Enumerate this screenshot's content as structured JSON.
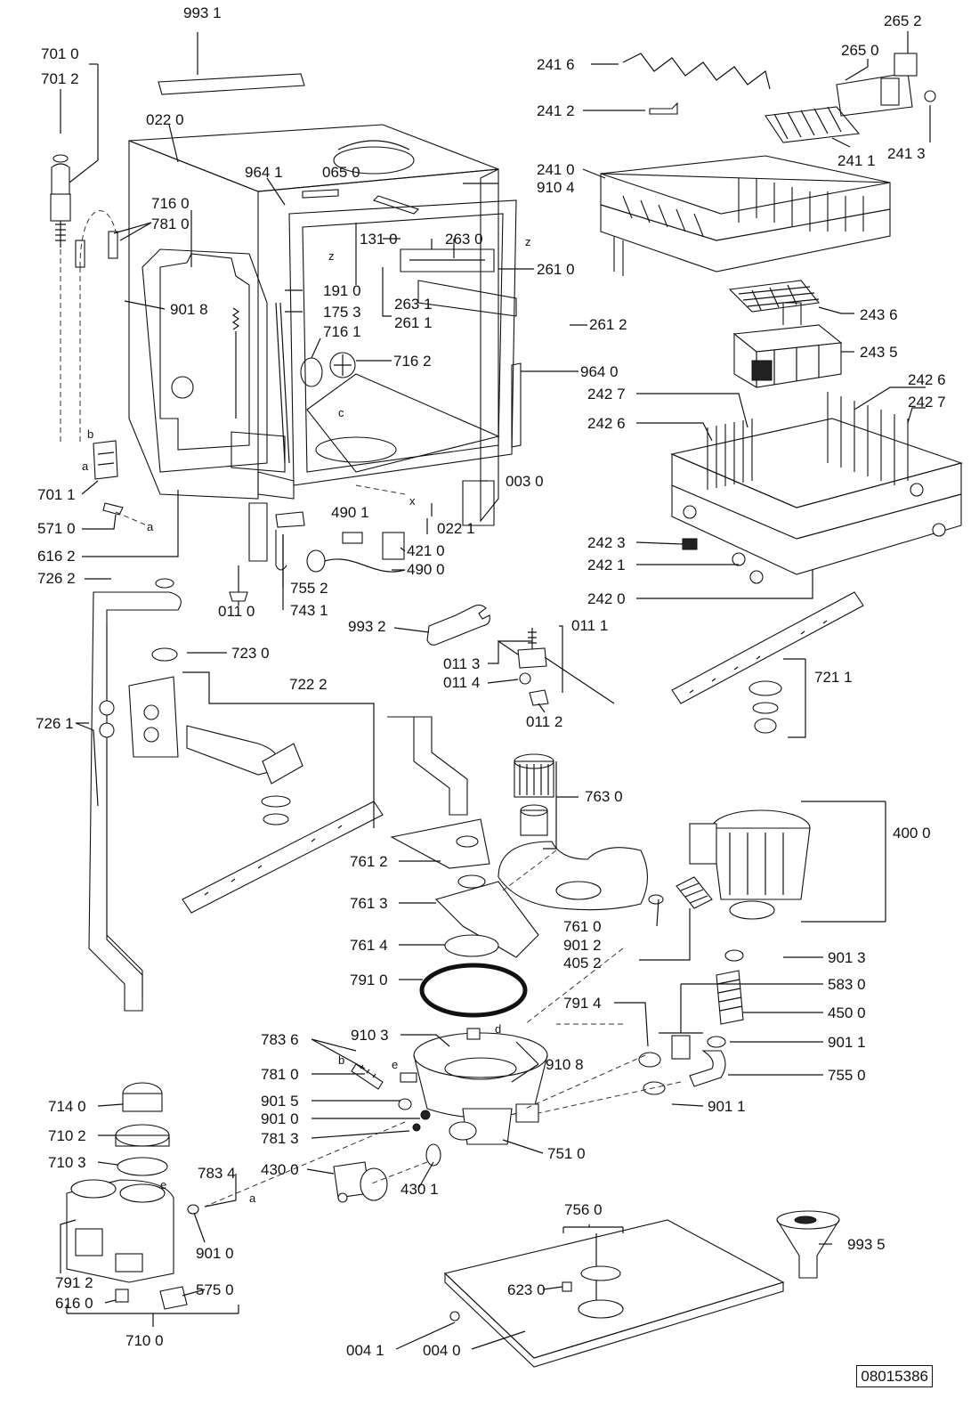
{
  "diagram": {
    "document_number": "08015386",
    "letters": [
      "a",
      "b",
      "c",
      "d",
      "e",
      "x",
      "z"
    ],
    "labels": {
      "p9931": "993 1",
      "p7010": "701 0",
      "p7012": "701 2",
      "p0220": "022 0",
      "p9641": "964 1",
      "p0650": "065 0",
      "p9104": "910 4",
      "p7160": "716 0",
      "p7810": "781 0",
      "p1310": "131 0",
      "p2630": "263 0",
      "p2610": "261 0",
      "p1910": "191 0",
      "p1753": "175 3",
      "p2631": "263 1",
      "p2611": "261 1",
      "p9018": "901 8",
      "p2612": "261 2",
      "p7161": "716 1",
      "p7162": "716 2",
      "p9640": "964 0",
      "p7011": "701 1",
      "p0030": "003 0",
      "p5710": "571 0",
      "p4901": "490 1",
      "p4210": "421 0",
      "p4900": "490 0",
      "p0221": "022 1",
      "p6162": "616 2",
      "p7262": "726 2",
      "p0110": "011 0",
      "p7552": "755 2",
      "p7431": "743 1",
      "p9932": "993 2",
      "p2416": "241 6",
      "p2412": "241 2",
      "p2652": "265 2",
      "p2650": "265 0",
      "p2413": "241 3",
      "p2411": "241 1",
      "p2410": "241 0",
      "p2436": "243 6",
      "p2435": "243 5",
      "p2426a": "242 6",
      "p2427a": "242 7",
      "p2426b": "242 6",
      "p2427b": "242 7",
      "p2423": "242 3",
      "p2421": "242 1",
      "p2420": "242 0",
      "p0111": "011 1",
      "p0113": "011 3",
      "p0114": "011 4",
      "p0112": "011 2",
      "p7211": "721 1",
      "p7230": "723 0",
      "p7222": "722 2",
      "p7261": "726 1",
      "p7630": "763 0",
      "p4000": "400 0",
      "p7612": "761 2",
      "p7613": "761 3",
      "p7610": "761 0",
      "p9012": "901 2",
      "p4052": "405 2",
      "p7614": "761 4",
      "p9013": "901 3",
      "p7910": "791 0",
      "p5830": "583 0",
      "p7914": "791 4",
      "p4500": "450 0",
      "p7836": "783 6",
      "p9103": "910 3",
      "p9108": "910 8",
      "p9011a": "901 1",
      "p7810b": "781 0",
      "p7550": "755 0",
      "p9015": "901 5",
      "p9010a": "901 0",
      "p9011b": "901 1",
      "p7813": "781 3",
      "p7140": "714 0",
      "p7102": "710 2",
      "p7510": "751 0",
      "p7103": "710 3",
      "p7834": "783 4",
      "p4300": "430 0",
      "p4301": "430 1",
      "p7912": "791 2",
      "p9010b": "901 0",
      "p6160": "616 0",
      "p5750": "575 0",
      "p7100": "710 0",
      "p7560": "756 0",
      "p9935": "993 5",
      "p6230": "623 0",
      "p0041": "004 1",
      "p0040": "004 0"
    }
  }
}
